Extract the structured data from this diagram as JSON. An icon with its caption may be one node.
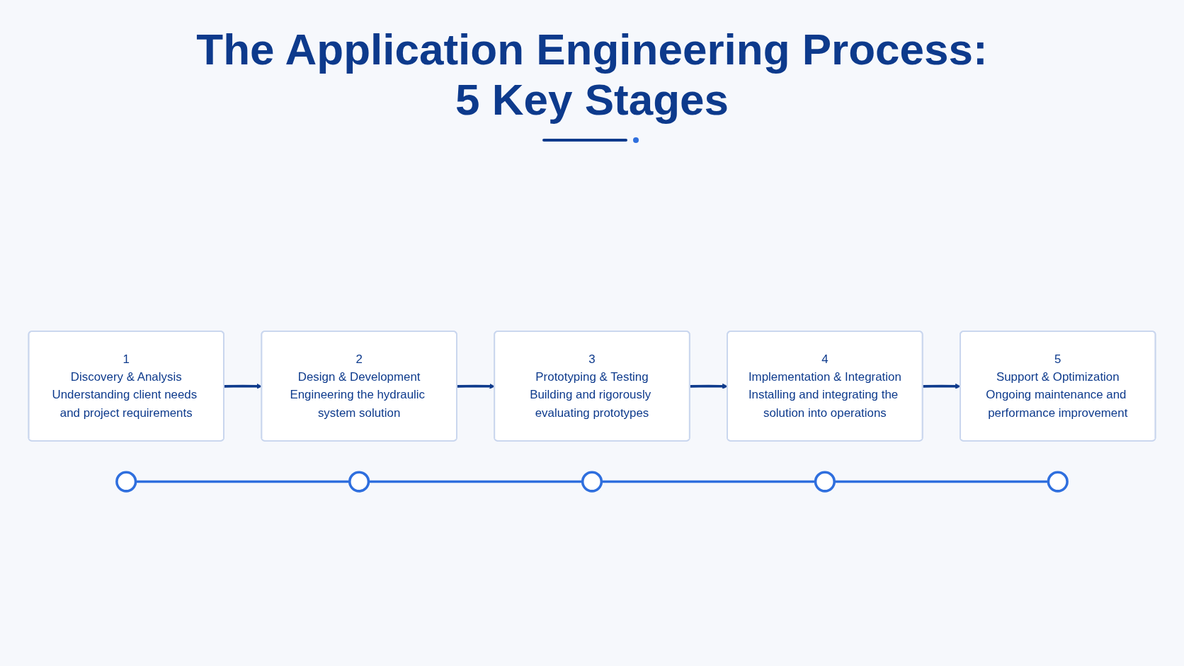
{
  "diagram": {
    "title": "The Application Engineering Process: 5 Key Stages",
    "nodes": [
      {
        "text": [
          "1",
          "Discovery & Analysis",
          "Understanding client needs and project requirements"
        ]
      },
      {
        "text": [
          "2",
          "Design & Development",
          "Engineering the hydraulic system solution"
        ]
      },
      {
        "text": [
          "3",
          "Prototyping & Testing",
          "Building and rigorously evaluating prototypes"
        ]
      },
      {
        "text": [
          "4",
          "Implementation & Integration",
          "Installing and integrating the solution into operations"
        ]
      },
      {
        "text": [
          "5",
          "Support & Optimization",
          "Ongoing maintenance and performance improvement"
        ]
      },
      {
        "text": [],
        "shape": "circle"
      },
      {
        "text": [],
        "shape": "circle"
      },
      {
        "text": [],
        "shape": "circle"
      },
      {
        "text": [],
        "shape": "circle"
      },
      {
        "text": [],
        "shape": "circle"
      }
    ],
    "edges": [
      {
        "from": 0,
        "to": 1,
        "arrow": "to"
      },
      {
        "from": 1,
        "to": 2,
        "arrow": "to"
      },
      {
        "from": 2,
        "to": 3,
        "arrow": "to"
      },
      {
        "from": 3,
        "to": 4,
        "arrow": "to"
      },
      {
        "from": 5,
        "to": 6,
        "arrow": "none",
        "color": "#2f6fde"
      },
      {
        "from": 6,
        "to": 7,
        "arrow": "none",
        "color": "#2f6fde"
      },
      {
        "from": 7,
        "to": 8,
        "arrow": "none",
        "color": "#2f6fde"
      },
      {
        "from": 8,
        "to": 9,
        "arrow": "none",
        "color": "#2f6fde"
      }
    ]
  }
}
